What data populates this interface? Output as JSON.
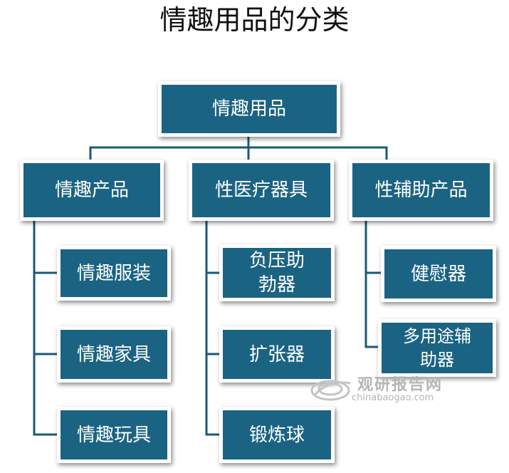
{
  "title": "情趣用品的分类",
  "colors": {
    "node_fill": "#1b6382",
    "node_border": "#ffffff",
    "connector": "#1b5a73"
  },
  "root": {
    "label": "情趣用品"
  },
  "categories": [
    {
      "label": "情趣产品",
      "children": [
        "情趣服装",
        "情趣家具",
        "情趣玩具"
      ]
    },
    {
      "label": "性医疗器具",
      "children": [
        "负压助勃器",
        "扩张器",
        "锻炼球"
      ]
    },
    {
      "label": "性辅助产品",
      "children": [
        "健慰器",
        "多用途辅助器"
      ]
    }
  ],
  "watermark": {
    "cn": "观研报告网",
    "en": "chinabaogao.com"
  }
}
